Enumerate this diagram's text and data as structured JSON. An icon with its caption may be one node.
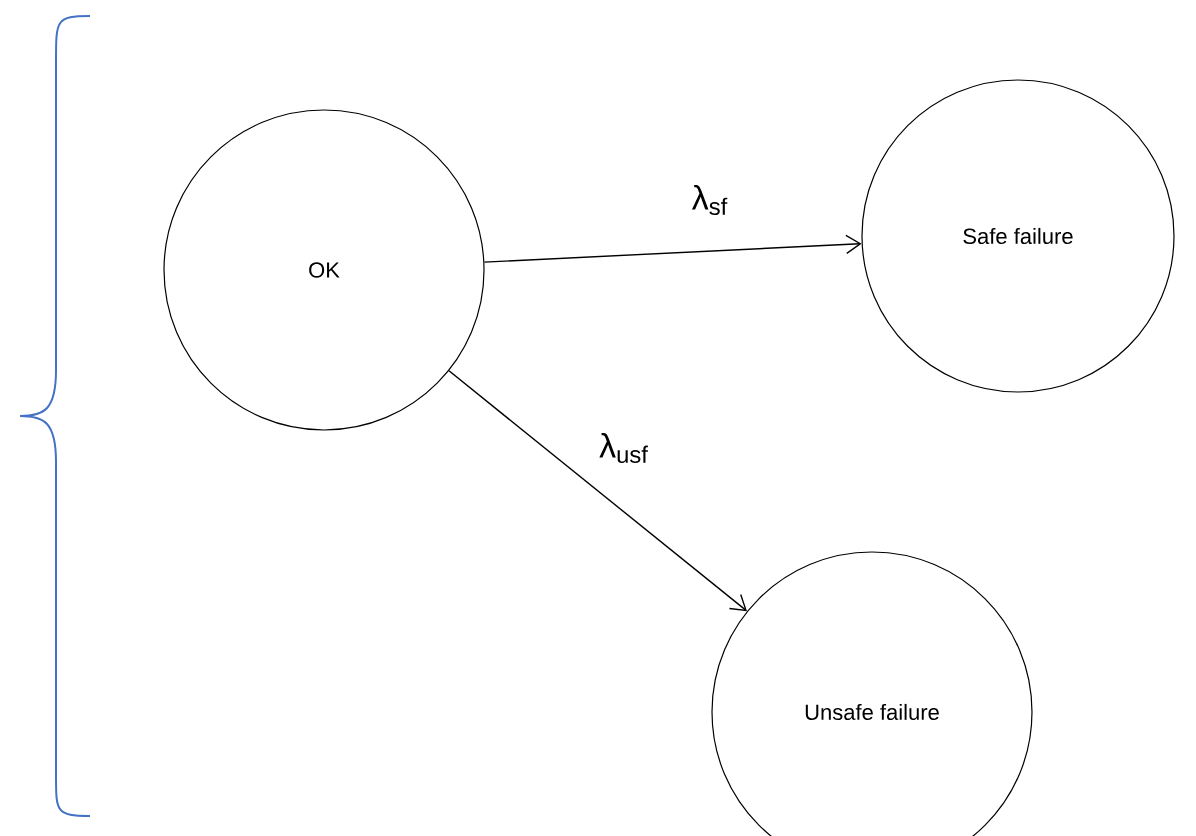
{
  "diagram": {
    "nodes": [
      {
        "text": [
          "OK"
        ]
      },
      {
        "text": [
          "Safe failure"
        ]
      },
      {
        "text": [
          "Unsafe failure"
        ]
      }
    ],
    "edges": [
      {
        "from": 0,
        "to": 1,
        "arrow": "to",
        "label": "λ$_{sf}$"
      },
      {
        "from": 0,
        "to": 2,
        "arrow": "to",
        "label": "λ$_{usf}$"
      }
    ]
  }
}
